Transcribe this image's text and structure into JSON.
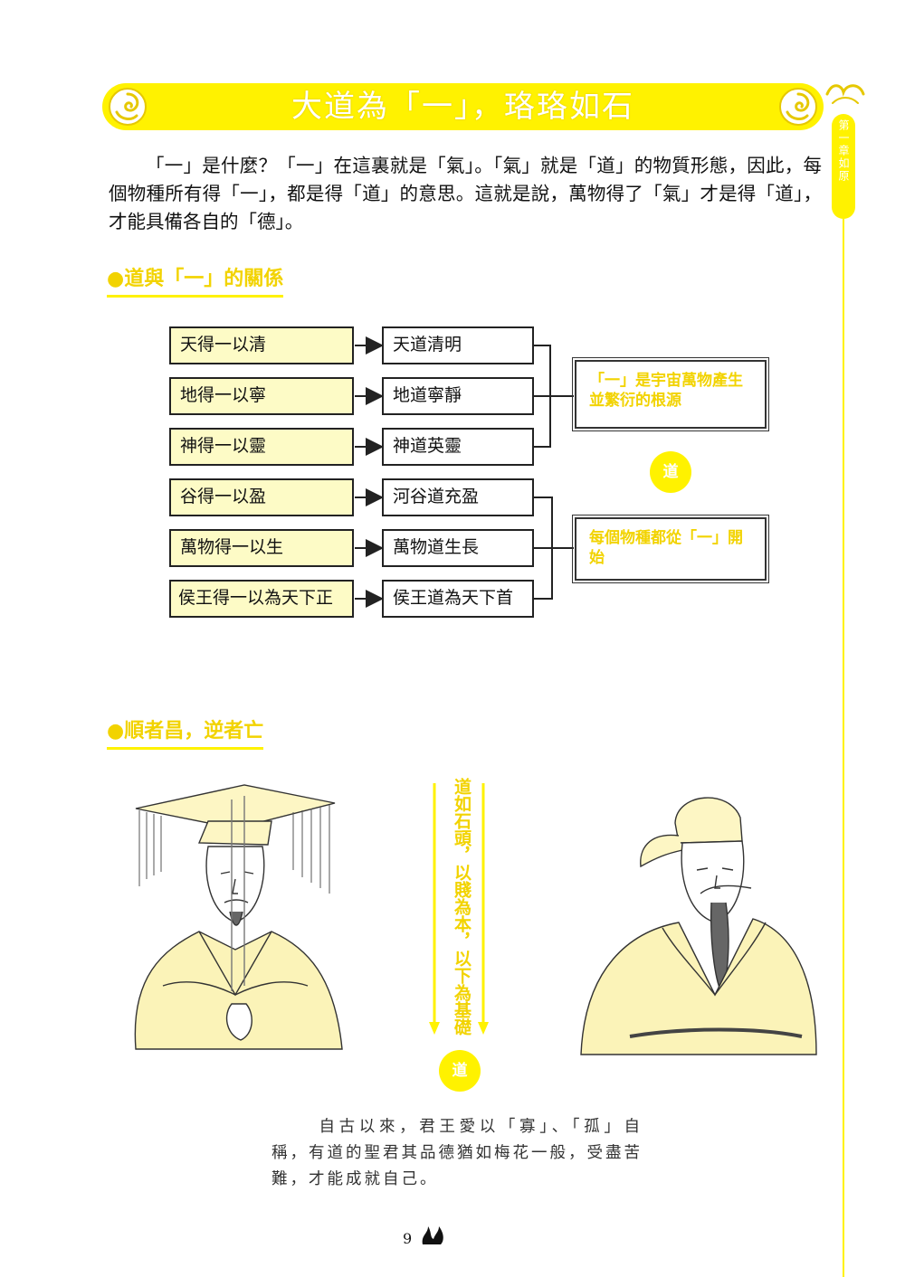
{
  "title": "大道為「一」，珞珞如石",
  "side_tab": "第一章如原",
  "intro": "「一」是什麼？「一」在這裏就是「氣」。「氣」就是「道」的物質形態，因此，每個物種所有得「一」，都是得「道」的意思。這就是說，萬物得了「氣」才是得「道」，才能具備各自的「德」。",
  "section1": {
    "heading": "●道與「一」的關係",
    "rows": [
      {
        "left": "天得一以清",
        "right": "天道清明"
      },
      {
        "left": "地得一以寧",
        "right": "地道寧靜"
      },
      {
        "left": "神得一以靈",
        "right": "神道英靈"
      },
      {
        "left": "谷得一以盈",
        "right": "河谷道充盈"
      },
      {
        "left": "萬物得一以生",
        "right": "萬物道生長"
      },
      {
        "left": "侯王得一以為天下正",
        "right": "侯王道為天下首"
      }
    ],
    "result_top": "「一」是宇宙萬物產生並繁衍的根源",
    "result_bottom": "每個物種都從「一」開始",
    "circle_label": "道"
  },
  "section2": {
    "heading": "●順者昌，逆者亡",
    "slogan": "道如石頭，以賤為本，以下為基礎",
    "circle_label": "道",
    "caption": "自古以來，君王愛以「寡」、「孤」自稱，有道的聖君其品德猶如梅花一般，受盡苦難，才能成就自己。"
  },
  "page_number": "9",
  "colors": {
    "accent": "#fff200",
    "accent_text": "#f2d300",
    "box_fill": "#fdfbc6",
    "robe": "#fbf3b8"
  }
}
